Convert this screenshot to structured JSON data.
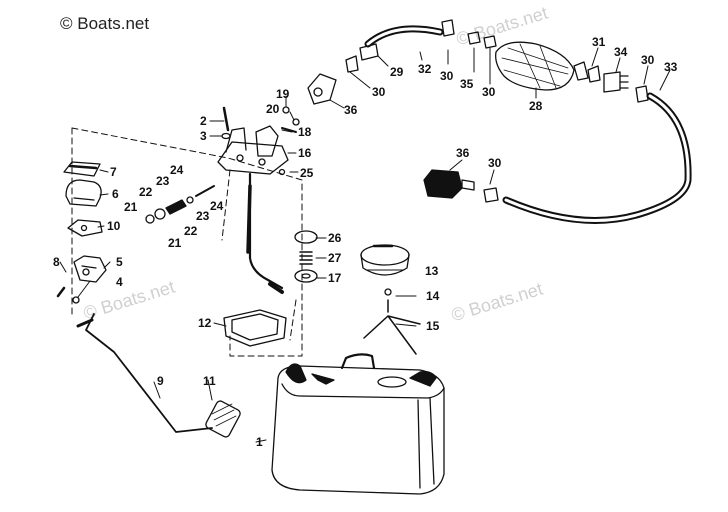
{
  "watermark": "© Boats.net",
  "callouts": {
    "c1": "1",
    "c2": "2",
    "c3": "3",
    "c4": "4",
    "c5": "5",
    "c6": "6",
    "c7": "7",
    "c8": "8",
    "c9": "9",
    "c10": "10",
    "c11": "11",
    "c12": "12",
    "c13": "13",
    "c14": "14",
    "c15": "15",
    "c16": "16",
    "c17": "17",
    "c18": "18",
    "c19": "19",
    "c20": "20",
    "c21a": "21",
    "c21b": "21",
    "c22a": "22",
    "c22b": "22",
    "c23a": "23",
    "c23b": "23",
    "c24a": "24",
    "c24b": "24",
    "c25": "25",
    "c26": "26",
    "c27": "27",
    "c28": "28",
    "c29": "29",
    "c30a": "30",
    "c30b": "30",
    "c30c": "30",
    "c30d": "30",
    "c30e": "30",
    "c31": "31",
    "c32": "32",
    "c33": "33",
    "c34": "34",
    "c35": "35",
    "c36a": "36",
    "c36b": "36"
  }
}
